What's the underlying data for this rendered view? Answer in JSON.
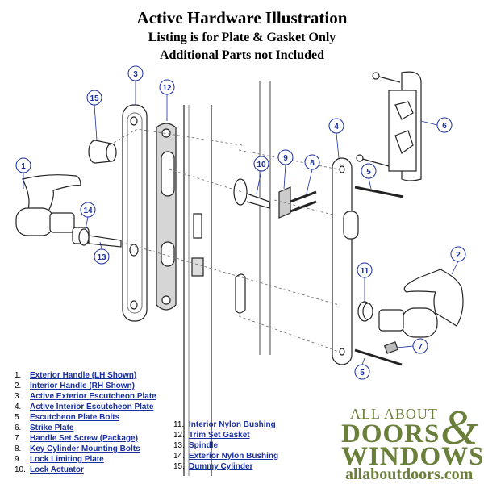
{
  "header": {
    "title": "Active Hardware Illustration",
    "line2": "Listing is for Plate & Gasket Only",
    "line3": "Additional Parts not Included"
  },
  "callouts": [
    "1",
    "2",
    "3",
    "4",
    "5",
    "5",
    "6",
    "7",
    "8",
    "9",
    "10",
    "11",
    "12",
    "13",
    "14",
    "15"
  ],
  "legend_left": [
    {
      "num": "1.",
      "label": "Exterior Handle (LH Shown)"
    },
    {
      "num": "2.",
      "label": "Interior Handle (RH Shown)"
    },
    {
      "num": "3.",
      "label": "Active Exterior Escutcheon Plate"
    },
    {
      "num": "4.",
      "label": "Active Interior Escutcheon Plate"
    },
    {
      "num": "5.",
      "label": "Escutcheon Plate Bolts"
    },
    {
      "num": "6.",
      "label": "Strike Plate"
    },
    {
      "num": "7.",
      "label": "Handle Set Screw (Package)"
    },
    {
      "num": "8.",
      "label": "Key Cylinder Mounting Bolts"
    },
    {
      "num": "9.",
      "label": "Lock Limiting Plate"
    },
    {
      "num": "10.",
      "label": "Lock Actuator"
    }
  ],
  "legend_right": [
    {
      "num": "11.",
      "label": "Interior Nylon Bushing"
    },
    {
      "num": "12.",
      "label": "Trim Set Gasket"
    },
    {
      "num": "13.",
      "label": "Spindle"
    },
    {
      "num": "14.",
      "label": "Exterior Nylon Bushing"
    },
    {
      "num": "15.",
      "label": "Dummy Cylinder"
    }
  ],
  "brand": {
    "line1": "ALL ABOUT",
    "line2": "DOORS",
    "amp": "&",
    "line3": "WINDOWS",
    "url": "allaboutdoors.com"
  },
  "colors": {
    "callout": "#1a2fa0",
    "brand": "#6a7f39"
  }
}
